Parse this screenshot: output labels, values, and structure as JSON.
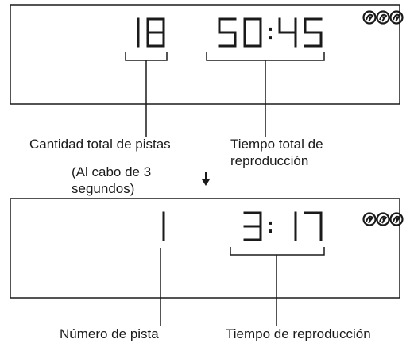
{
  "display_1": {
    "track_count": "18",
    "time": "50:45",
    "disc_icons": [
      "disc-1-icon",
      "disc-2-icon",
      "disc-3-icon"
    ]
  },
  "display_2": {
    "track_number": "1",
    "time": "3:17",
    "disc_icons": [
      "disc-1-icon",
      "disc-2-icon",
      "disc-3-icon"
    ]
  },
  "labels": {
    "total_tracks": "Cantidad total de pistas",
    "total_time_line1": "Tiempo total de",
    "total_time_line2": "reproducción",
    "after_line1": "(Al cabo de 3",
    "after_line2": "segundos)",
    "track_number": "Número de pista",
    "play_time": "Tiempo de reproducción"
  },
  "colors": {
    "ink": "#1a1a1a",
    "background": "#ffffff"
  }
}
